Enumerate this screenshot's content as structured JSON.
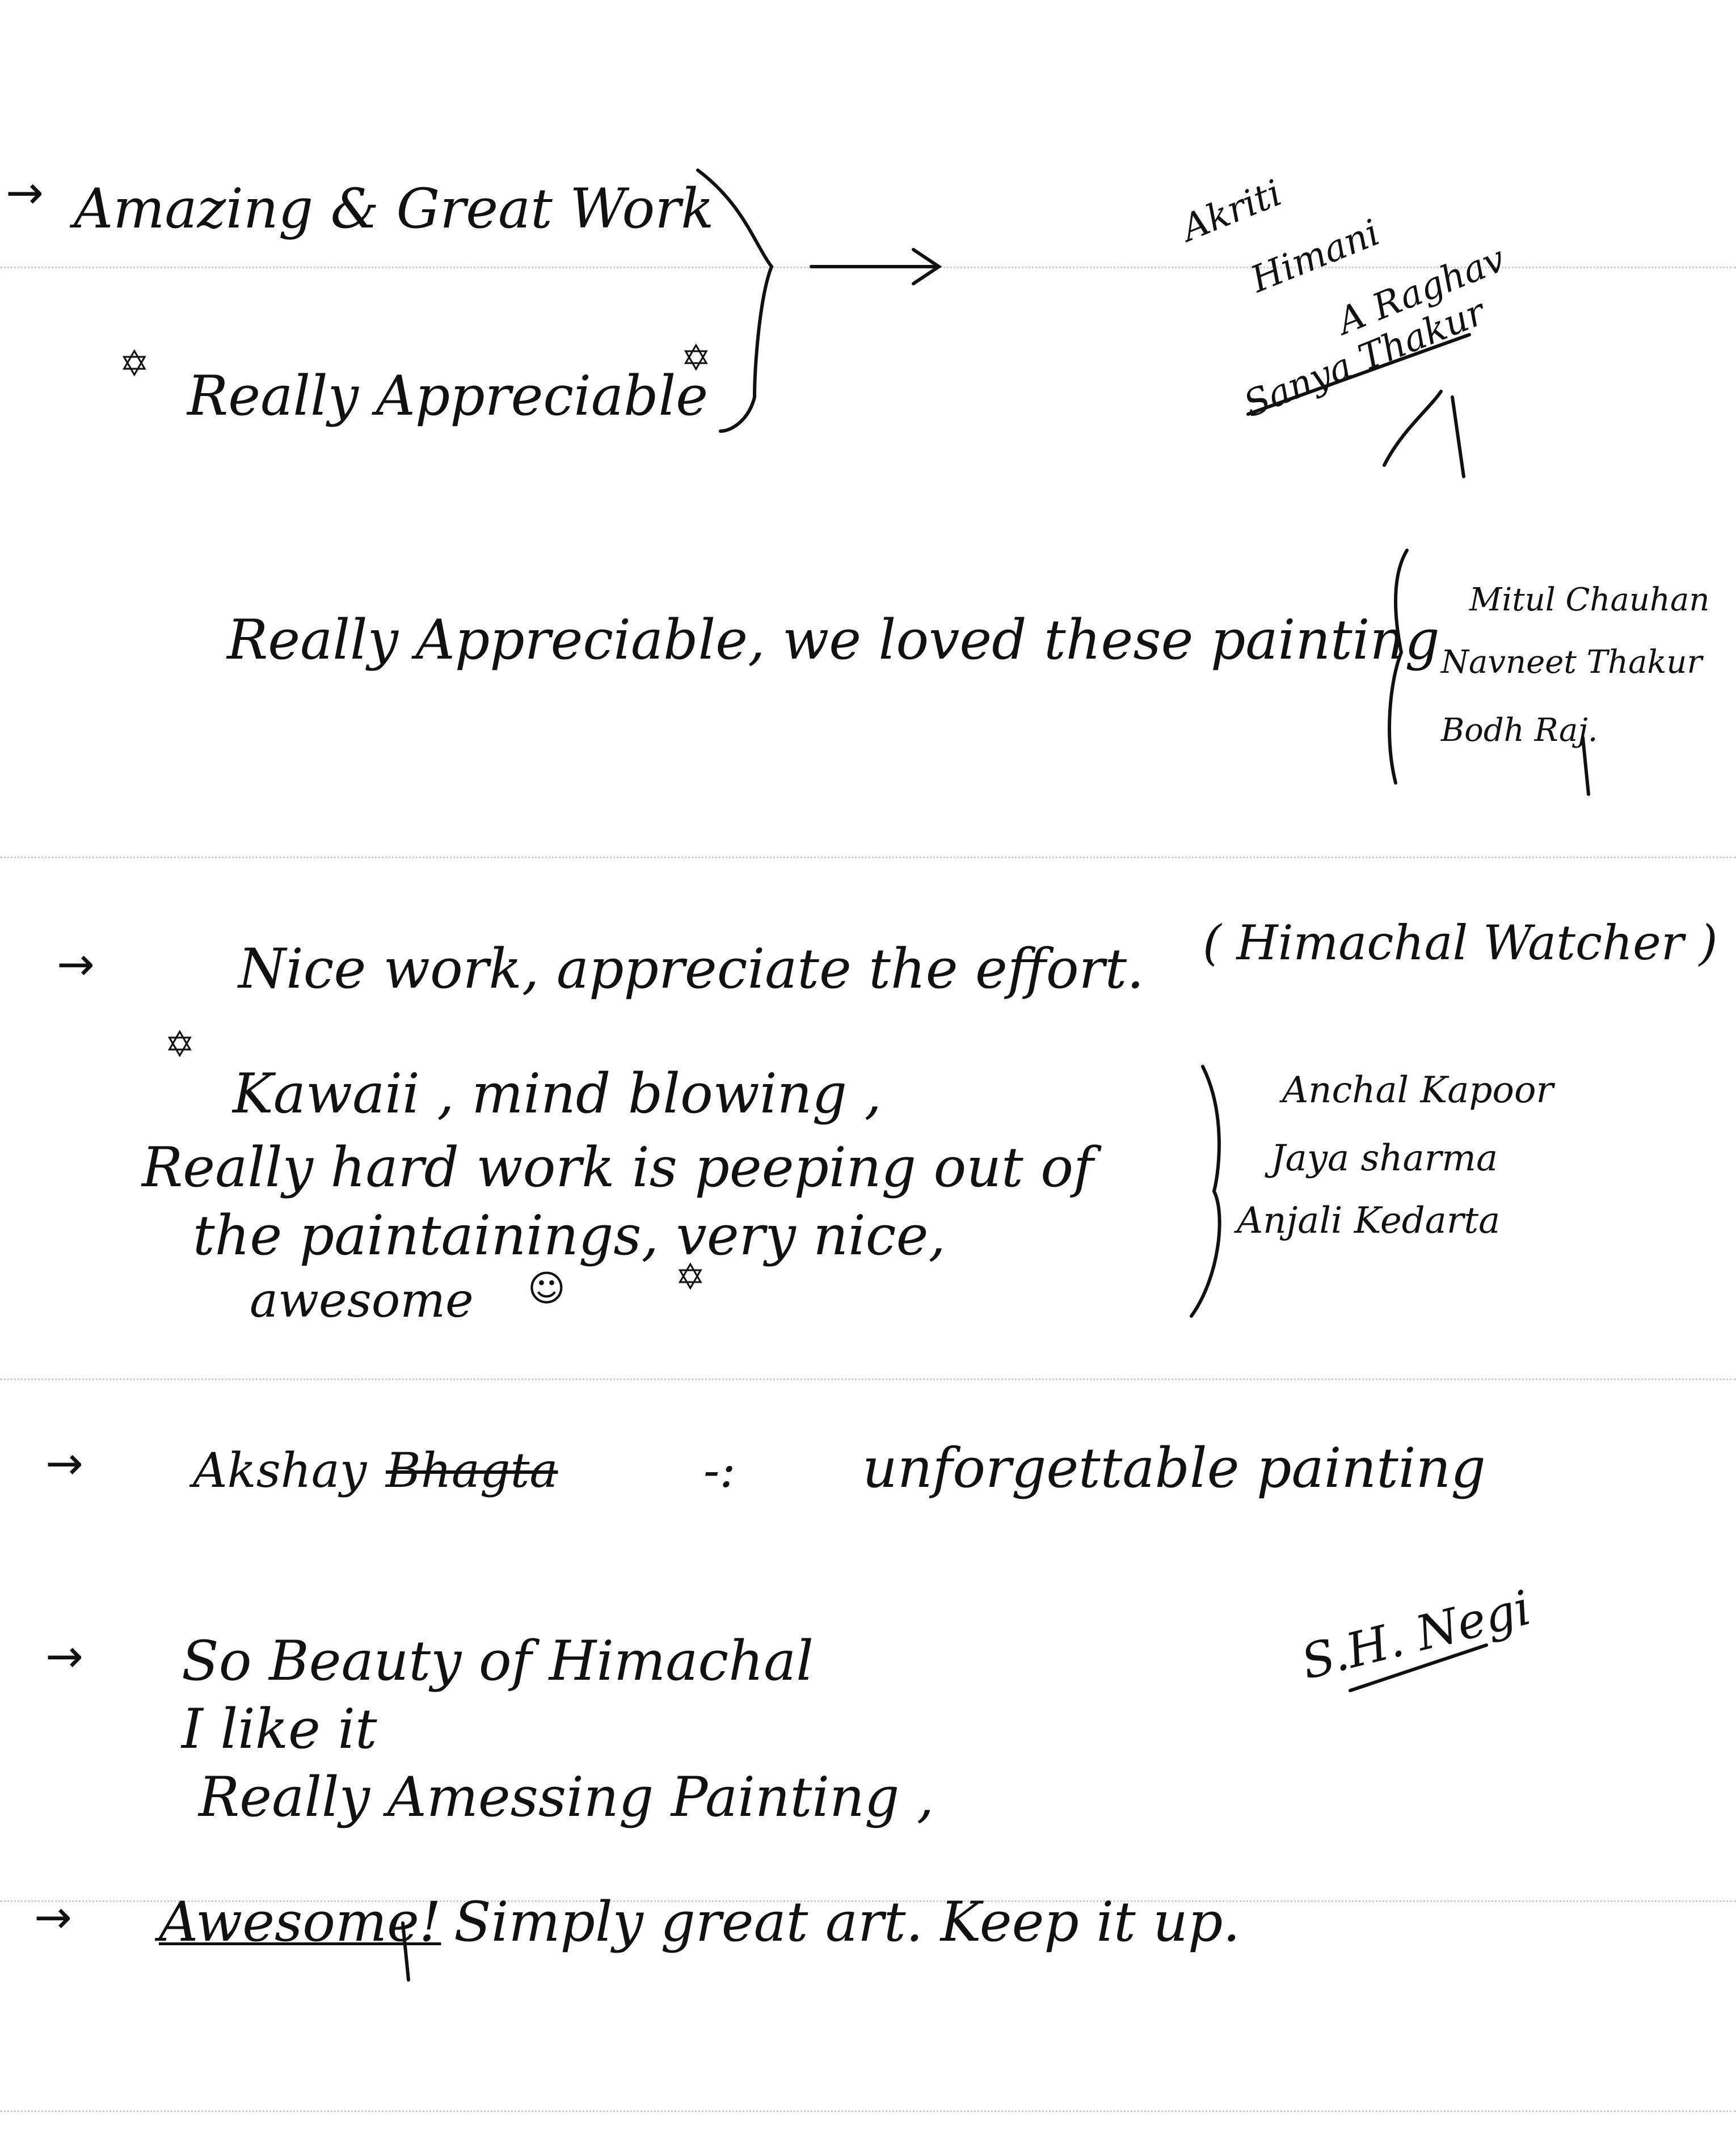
{
  "marks": {
    "arrow": "→",
    "star": "✡",
    "smiley": "☺"
  },
  "section1": {
    "line1": "Amazing & Great Work",
    "line2": "Really Appreciable",
    "names": [
      "Akriti",
      "Himani",
      "A Raghav",
      "Sanya Thakur"
    ]
  },
  "section2": {
    "comment": "Really Appreciable, we loved these painting",
    "names": [
      "Mitul Chauhan",
      "Navneet Thakur",
      "Bodh Raj."
    ]
  },
  "section3": {
    "comment": "Nice work, appreciate the effort.",
    "signature": "( Himachal Watcher )"
  },
  "section4": {
    "lines": [
      "Kawaii , mind blowing ,",
      "Really hard work is peeping out of",
      "the paintainings, very nice,",
      "awesome"
    ],
    "names": [
      "Anchal Kapoor",
      "Jaya sharma",
      "Anjali Kedarta"
    ]
  },
  "section5": {
    "name": "Akshay",
    "struck": "Bhagta",
    "separator": "-:",
    "comment": "unforgettable painting"
  },
  "section6": {
    "lines": [
      "So Beauty of Himachal",
      "I like it",
      "Really Amessing Painting ,"
    ],
    "signature": "S.H. Negi"
  },
  "section7": {
    "struck": "Awesome!",
    "comment": "Simply great art. Keep it up."
  }
}
